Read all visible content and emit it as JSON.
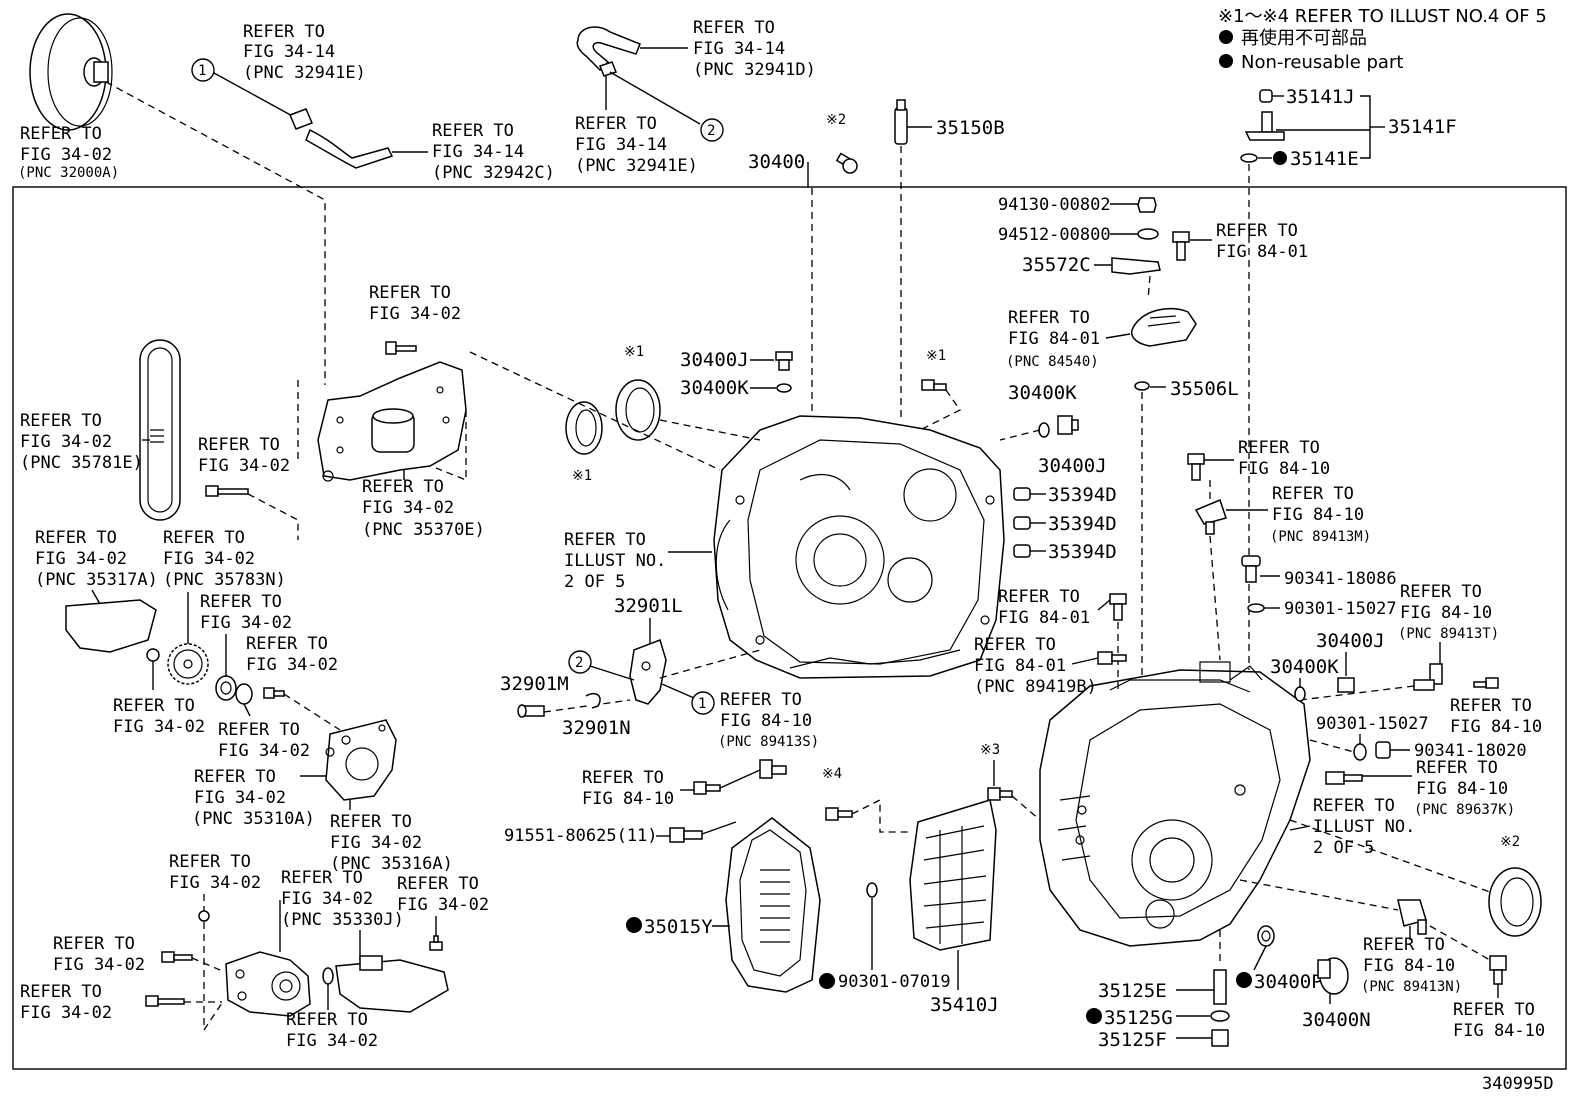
{
  "notes": {
    "line1": "※1～※4 REFER TO ILLUST NO.4 OF 5",
    "line2": "再使用不可部品",
    "line3": "Non-reusable part"
  },
  "figure_id": "340995D",
  "labels": {
    "t_fig3402_pnc32000a_1": "REFER TO",
    "t_fig3402_pnc32000a_2": "FIG 34-02",
    "t_fig3402_pnc32000a_3": "(PNC 32000A)",
    "t_3414e_1": "REFER TO",
    "t_3414e_2": "FIG 34-14",
    "t_3414e_3": "(PNC 32941E)",
    "t_3414c_1": "REFER TO",
    "t_3414c_2": "FIG 34-14",
    "t_3414c_3": "(PNC 32942C)",
    "t_3414d_1": "REFER TO",
    "t_3414d_2": "FIG 34-14",
    "t_3414d_3": "(PNC 32941D)",
    "t_3414e2_1": "REFER TO",
    "t_3414e2_2": "FIG 34-14",
    "t_3414e2_3": "(PNC 32941E)",
    "t_fig3402_bolt_1": "REFER TO",
    "t_fig3402_bolt_2": "FIG 34-02",
    "t_35781e_1": "REFER TO",
    "t_35781e_2": "FIG 34-02",
    "t_35781e_3": "(PNC 35781E)",
    "t_bolt2_1": "REFER TO",
    "t_bolt2_2": "FIG 34-02",
    "t_35370e_1": "REFER TO",
    "t_35370e_2": "FIG 34-02",
    "t_35370e_3": "(PNC 35370E)",
    "t_35317a_1": "REFER TO",
    "t_35317a_2": "FIG 34-02",
    "t_35317a_3": "(PNC 35317A)",
    "t_35783n_1": "REFER TO",
    "t_35783n_2": "FIG 34-02",
    "t_35783n_3": "(PNC 35783N)",
    "t_ring1_1": "REFER TO",
    "t_ring1_2": "FIG 34-02",
    "t_ring2_1": "REFER TO",
    "t_ring2_2": "FIG 34-02",
    "t_snap_1": "REFER TO",
    "t_snap_2": "FIG 34-02",
    "t_bolt3_1": "REFER TO",
    "t_bolt3_2": "FIG 34-02",
    "t_35310a_1": "REFER TO",
    "t_35310a_2": "FIG 34-02",
    "t_35310a_3": "(PNC 35310A)",
    "t_35316a_1": "REFER TO",
    "t_35316a_2": "FIG 34-02",
    "t_35316a_3": "(PNC 35316A)",
    "t_pump_1": "REFER TO",
    "t_pump_2": "FIG 34-02",
    "t_35330j_1": "REFER TO",
    "t_35330j_2": "FIG 34-02",
    "t_35330j_3": "(PNC 35330J)",
    "t_bolt4_1": "REFER TO",
    "t_bolt4_2": "FIG 34-02",
    "t_bolt5_1": "REFER TO",
    "t_bolt5_2": "FIG 34-02",
    "t_bolt6_1": "REFER TO",
    "t_bolt6_2": "FIG 34-02",
    "t_oring_1": "REFER TO",
    "t_oring_2": "FIG 34-02",
    "t_illust_1": "REFER TO",
    "t_illust_2": "ILLUST NO.",
    "t_illust_3": "2 OF 5",
    "t_8410s_1": "REFER TO",
    "t_8410s_2": "FIG 84-10",
    "t_8410s_3": "(PNC 89413S)",
    "t_8410b_1": "REFER TO",
    "t_8410b_2": "FIG 84-10",
    "t_8401_1": "REFER TO",
    "t_8401_2": "FIG 84-01",
    "t_84540_1": "REFER TO",
    "t_84540_2": "FIG 84-01",
    "t_84540_3": "(PNC 84540)",
    "t_8410a_1": "REFER TO",
    "t_8410a_2": "FIG 84-10",
    "t_89413m_1": "REFER TO",
    "t_89413m_2": "FIG 84-10",
    "t_89413m_3": "(PNC 89413M)",
    "t_8401b_1": "REFER TO",
    "t_8401b_2": "FIG 84-01",
    "t_89419b_1": "REFER TO",
    "t_89419b_2": "FIG 84-01",
    "t_89419b_3": "(PNC 89419B)",
    "t_89413t_1": "REFER TO",
    "t_89413t_2": "FIG 84-10",
    "t_89413t_3": "(PNC 89413T)",
    "t_8410c_1": "REFER TO",
    "t_8410c_2": "FIG 84-10",
    "t_89637k_1": "REFER TO",
    "t_89637k_2": "FIG 84-10",
    "t_89637k_3": "(PNC 89637K)",
    "t_illust2_1": "REFER TO",
    "t_illust2_2": "ILLUST NO.",
    "t_illust2_3": "2 OF 5",
    "t_89413n_1": "REFER TO",
    "t_89413n_2": "FIG 84-10",
    "t_89413n_3": "(PNC 89413N)",
    "t_8410d_1": "REFER TO",
    "t_8410d_2": "FIG 84-10"
  },
  "parts": {
    "p30400": "30400",
    "p35150b": "35150B",
    "p35141j": "35141J",
    "p35141f": "35141F",
    "p35141e": "35141E",
    "p94130": "94130-00802",
    "p94512": "94512-00800",
    "p35572c": "35572C",
    "p30400j_a": "30400J",
    "p30400k_a": "30400K",
    "p30400k_b": "30400K",
    "p30400j_b": "30400J",
    "p35506l": "35506L",
    "p35394d_1": "35394D",
    "p35394d_2": "35394D",
    "p35394d_3": "35394D",
    "p32901l": "32901L",
    "p32901m": "32901M",
    "p32901n": "32901N",
    "p90341_18086": "90341-18086",
    "p90301_15027a": "90301-15027",
    "p30400j_c": "30400J",
    "p30400k_c": "30400K",
    "p90301_15027b": "90301-15027",
    "p90341_18020": "90341-18020",
    "p91551": "91551-80625(11)",
    "p35015y": "35015Y",
    "p90301_07019": "90301-07019",
    "p35410j": "35410J",
    "p35125e": "35125E",
    "p35125g": "35125G",
    "p35125f": "35125F",
    "p30400p": "30400P",
    "p30400n": "30400N"
  },
  "markers": {
    "c1": "1",
    "c2": "2",
    "c3": "2",
    "c4": "1",
    "m2a": "※2",
    "m1a": "※1",
    "m1b": "※1",
    "m1c": "※1",
    "m3": "※3",
    "m4": "※4",
    "m2b": "※2"
  }
}
